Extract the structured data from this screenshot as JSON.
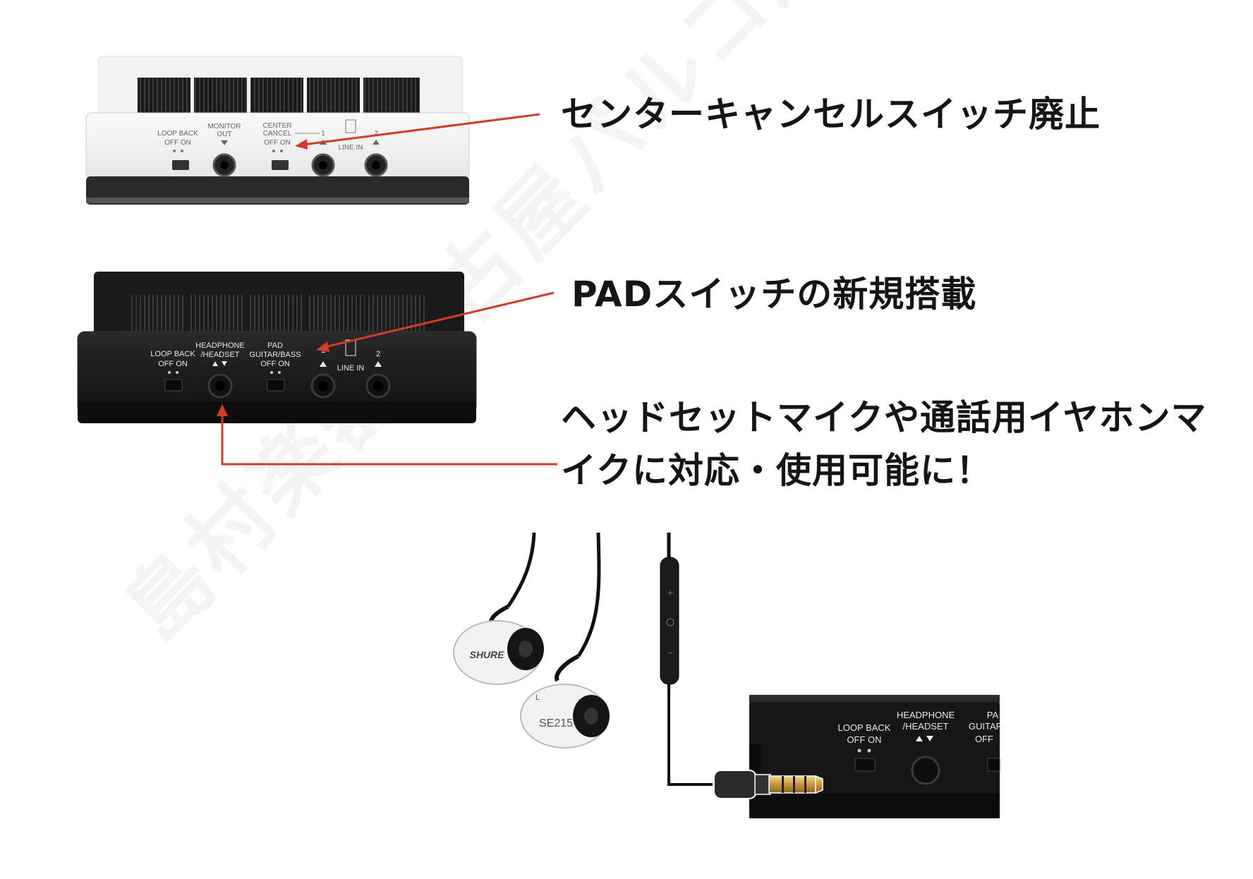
{
  "watermark": "島村楽器名古屋パルコ店",
  "callouts": {
    "center_cancel_removed": "センターキャンセルスイッチ廃止",
    "pad_switch_new": "PADスイッチの新規搭載",
    "headset_line1": "ヘッドセットマイクや通話用イヤホンマ",
    "headset_line2": "イクに対応・使用可能に！"
  },
  "old_panel": {
    "loop_back": "LOOP BACK",
    "loop_back_states": "OFF   ON",
    "monitor": "MONITOR",
    "monitor_out": "OUT",
    "center": "CENTER",
    "cancel": "CANCEL",
    "cancel_states": "OFF   ON",
    "input1": "1",
    "input2": "2",
    "line_in": "LINE IN"
  },
  "new_panel": {
    "loop_back": "LOOP BACK",
    "loop_back_states": "OFF   ON",
    "headphone": "HEADPHONE",
    "headset": "/HEADSET",
    "pad": "PAD",
    "guitar_bass": "GUITAR/BASS",
    "pad_states": "OFF   ON",
    "input1": "1",
    "input2": "2",
    "line_in": "LINE IN"
  },
  "zoom_panel": {
    "loop_back": "LOOP BACK",
    "loop_back_states": "OFF   ON",
    "headphone": "HEADPHONE",
    "headset": "/HEADSET",
    "pad_partial": "PA",
    "guitar_partial": "GUITAR",
    "off_partial": "OFF"
  },
  "earphone": {
    "brand": "SHURE",
    "model": "SE215",
    "left_marker": "L"
  },
  "colors": {
    "arrow_red": "#d23a2a",
    "old_body": "#f1f1f1",
    "new_body": "#1c1c1c",
    "plug_gold": "#d9b25a"
  }
}
